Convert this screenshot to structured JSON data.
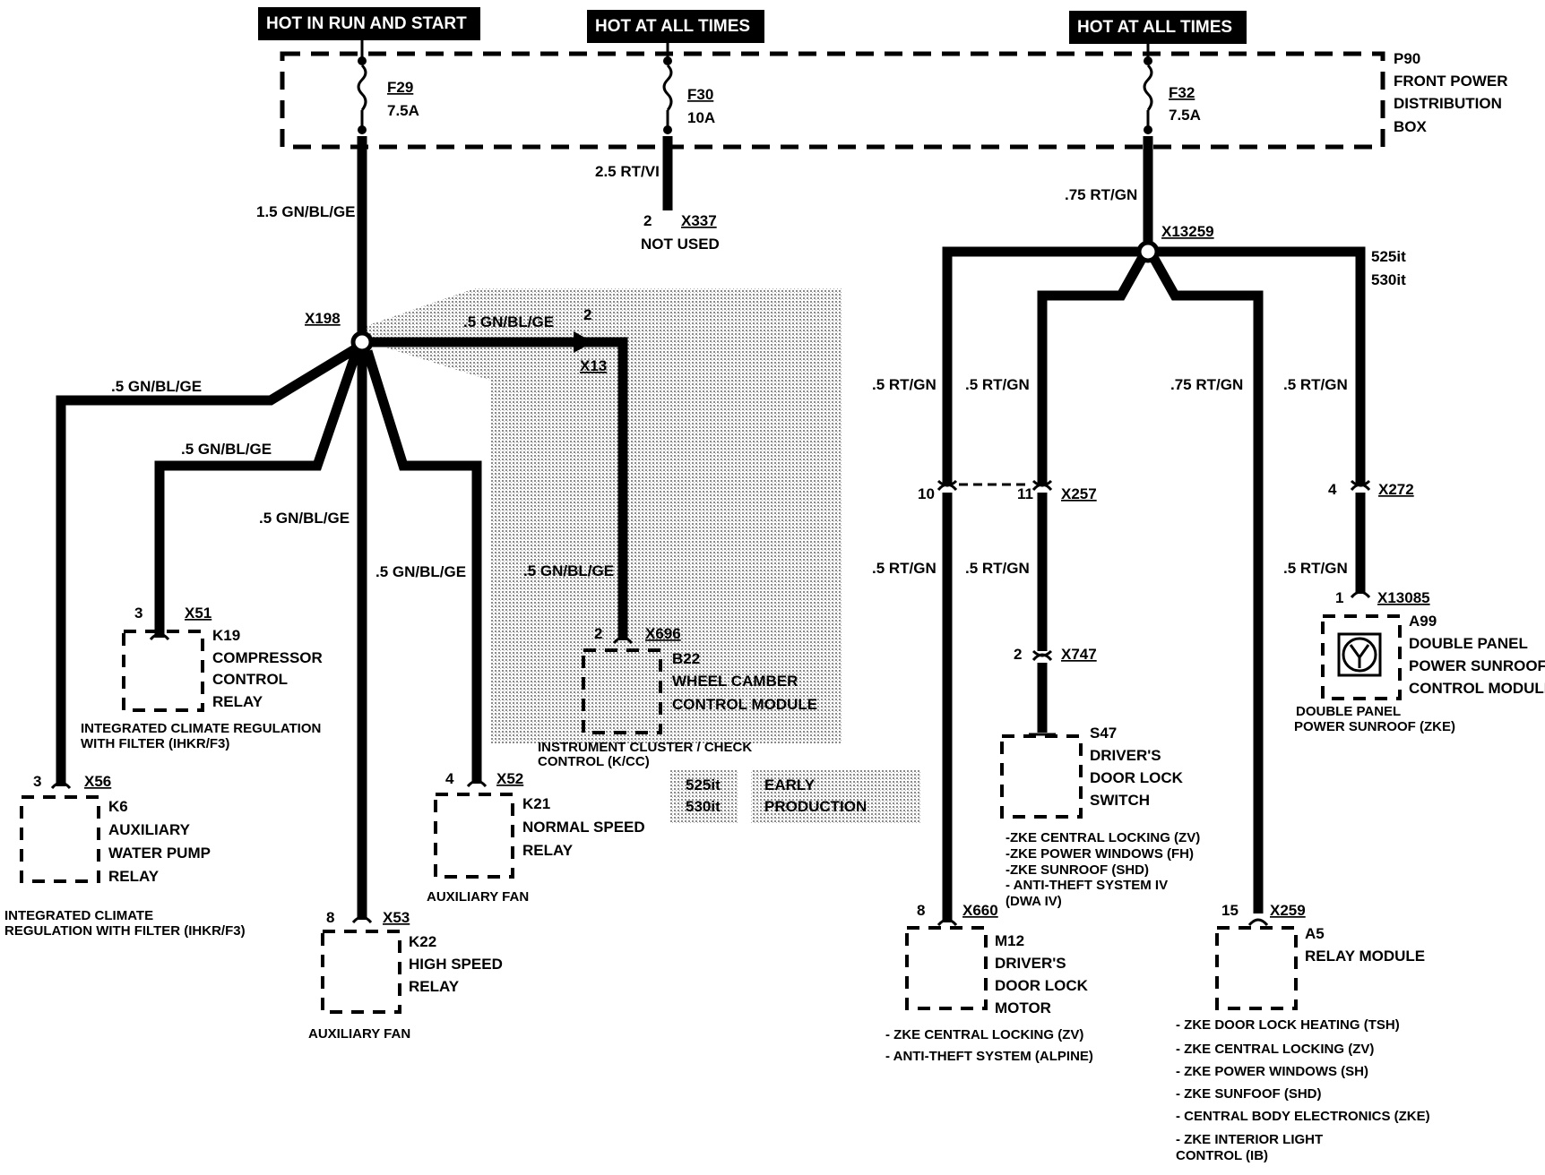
{
  "headers": {
    "hot_run_start": "HOT IN RUN AND START",
    "hot_all_1": "HOT AT ALL TIMES",
    "hot_all_2": "HOT AT ALL TIMES"
  },
  "pdb": {
    "id": "P90",
    "l1": "FRONT POWER",
    "l2": "DISTRIBUTION",
    "l3": "BOX"
  },
  "fuses": {
    "f29": {
      "id": "F29",
      "rating": "7.5A"
    },
    "f30": {
      "id": "F30",
      "rating": "10A"
    },
    "f32": {
      "id": "F32",
      "rating": "7.5A"
    }
  },
  "wires": {
    "w_1_5": "1.5 GN/BL/GE",
    "w_2_5": "2.5 RT/VI",
    "w_75_top": ".75 RT/GN",
    "w_gn_x13": ".5 GN/BL/GE",
    "w_gn_left": ".5 GN/BL/GE",
    "w_gn_k19": ".5 GN/BL/GE",
    "w_gn_k22": ".5 GN/BL/GE",
    "w_gn_k21": ".5 GN/BL/GE",
    "w_gn_b22": ".5 GN/BL/GE",
    "w_rt_a": ".5 RT/GN",
    "w_rt_b": ".5 RT/GN",
    "w_75_c": ".75 RT/GN",
    "w_rt_d": ".5 RT/GN",
    "w_rt_a2": ".5 RT/GN",
    "w_rt_b2": ".5 RT/GN",
    "w_rt_d2": ".5 RT/GN"
  },
  "splices": {
    "x198": "X198",
    "x13259": "X13259"
  },
  "models": {
    "m1": "525it",
    "m2": "530it"
  },
  "connectors": {
    "x337": {
      "pin": "2",
      "id": "X337",
      "note": "NOT USED"
    },
    "x13": {
      "pin": "2",
      "id": "X13"
    },
    "x51": {
      "pin": "3",
      "id": "X51"
    },
    "x56": {
      "pin": "3",
      "id": "X56"
    },
    "x53": {
      "pin": "8",
      "id": "X53"
    },
    "x52": {
      "pin": "4",
      "id": "X52"
    },
    "x696": {
      "pin": "2",
      "id": "X696"
    },
    "x257": {
      "pin_a": "10",
      "pin_b": "11",
      "id": "X257"
    },
    "x272": {
      "pin": "4",
      "id": "X272"
    },
    "x13085": {
      "pin": "1",
      "id": "X13085"
    },
    "x747": {
      "pin": "2",
      "id": "X747"
    },
    "x660": {
      "pin": "8",
      "id": "X660"
    },
    "x259": {
      "pin": "15",
      "id": "X259"
    }
  },
  "components": {
    "k19": {
      "id": "K19",
      "l1": "COMPRESSOR",
      "l2": "CONTROL",
      "l3": "RELAY"
    },
    "k6": {
      "id": "K6",
      "l1": "AUXILIARY",
      "l2": "WATER PUMP",
      "l3": "RELAY"
    },
    "k22": {
      "id": "K22",
      "l1": "HIGH SPEED",
      "l2": "RELAY"
    },
    "k21": {
      "id": "K21",
      "l1": "NORMAL SPEED",
      "l2": "RELAY"
    },
    "b22": {
      "id": "B22",
      "l1": "WHEEL CAMBER",
      "l2": "CONTROL MODULE"
    },
    "a99": {
      "id": "A99",
      "l1": "DOUBLE PANEL",
      "l2": "POWER SUNROOF",
      "l3": "CONTROL MODULE"
    },
    "s47": {
      "id": "S47",
      "l1": "DRIVER'S",
      "l2": "DOOR LOCK",
      "l3": "SWITCH"
    },
    "m12": {
      "id": "M12",
      "l1": "DRIVER'S",
      "l2": "DOOR LOCK",
      "l3": "MOTOR"
    },
    "a5": {
      "id": "A5",
      "l1": "RELAY MODULE"
    }
  },
  "notes": {
    "k19_1": "INTEGRATED CLIMATE REGULATION",
    "k19_2": "WITH FILTER (IHKR/F3)",
    "k6_1": "INTEGRATED CLIMATE",
    "k6_2": "REGULATION WITH FILTER (IHKR/F3)",
    "k22": "AUXILIARY FAN",
    "k21": "AUXILIARY FAN",
    "b22_1": "INSTRUMENT CLUSTER / CHECK",
    "b22_2": "CONTROL (K/CC)",
    "a99_1": "DOUBLE PANEL",
    "a99_2": "POWER SUNROOF (ZKE)",
    "s47": [
      "-ZKE CENTRAL  LOCKING (ZV)",
      "-ZKE POWER WINDOWS (FH)",
      "-ZKE SUNROOF (SHD)",
      "- ANTI-THEFT SYSTEM IV",
      "  (DWA IV)"
    ],
    "m12": [
      "- ZKE CENTRAL LOCKING (ZV)",
      "- ANTI-THEFT SYSTEM (ALPINE)"
    ],
    "a5": [
      "-  ZKE DOOR LOCK HEATING (TSH)",
      "-  ZKE CENTRAL LOCKING (ZV)",
      "-  ZKE POWER WINDOWS (SH)",
      "-  ZKE SUNFOOF (SHD)",
      "-  CENTRAL BODY ELECTRONICS (ZKE)",
      "-  ZKE  INTERIOR LIGHT",
      "   CONTROL (IB)"
    ]
  },
  "legend": {
    "m1": "525it",
    "m2": "530it",
    "label1": "EARLY",
    "label2": "PRODUCTION"
  }
}
